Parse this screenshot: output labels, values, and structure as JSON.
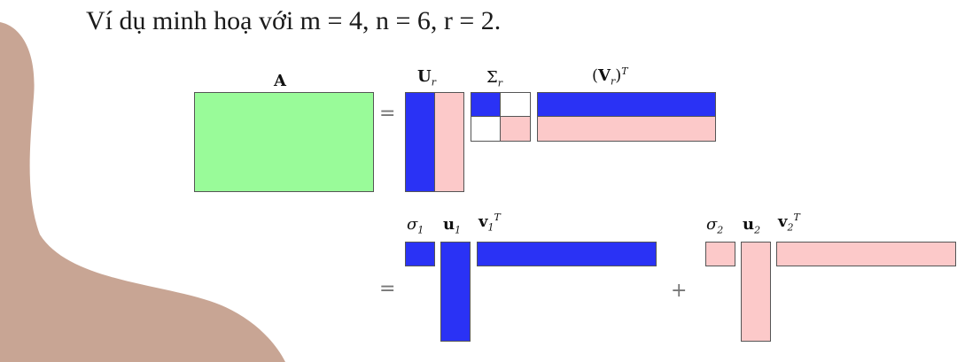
{
  "heading": "Ví dụ minh hoạ với m = 4, n = 6, r = 2.",
  "labels": {
    "A": "A",
    "U": "U",
    "U_sub": "r",
    "Sigma": "Σ",
    "Sigma_sub": "r",
    "V_open": "(",
    "V": "V",
    "V_sub": "r",
    "V_close": ")",
    "V_sup": "T",
    "sigma": "σ",
    "one": "1",
    "two": "2",
    "u": "u",
    "v": "v",
    "T": "T"
  },
  "operators": {
    "equals": "=",
    "plus": "+"
  },
  "colors": {
    "matrix_A": "#99fb99",
    "blue": "#2a32f5",
    "pink": "#fcc9c9",
    "white": "#ffffff",
    "decor": "#c8a594",
    "border": "#555555"
  }
}
